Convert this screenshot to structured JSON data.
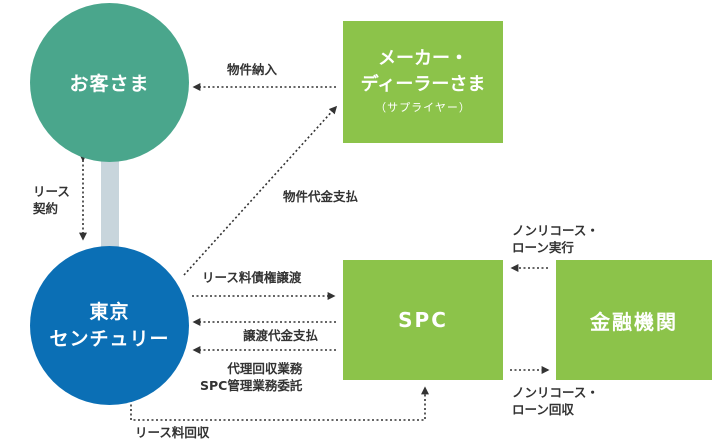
{
  "nodes": {
    "customer": "お客さま",
    "tcl": [
      "東京",
      "センチュリー"
    ],
    "supplier": [
      "メーカー・",
      "ディーラーさま"
    ],
    "supplier_sub": "（サプライヤー）",
    "spc": "SPC",
    "bank": "金融機関"
  },
  "flows": {
    "goods_delivery": "物件納入",
    "lease_contract": [
      "リース",
      "契約"
    ],
    "goods_payment": "物件代金支払",
    "lease_receivable_transfer": "リース料債権譲渡",
    "transfer_payment": "譲渡代金支払",
    "agent_services": [
      "代理回収業務",
      "SPC管理業務委託"
    ],
    "lease_collection": "リース料回収",
    "nonrecourse_loan": [
      "ノンリコース・",
      "ローン実行"
    ],
    "nonrecourse_recovery": [
      "ノンリコース・",
      "ローン回収"
    ]
  },
  "colors": {
    "customer": "#4aa68c",
    "tcl": "#0b6fb5",
    "box": "#8cc34a",
    "connector": "#c8d5dc",
    "arrow": "#333333"
  }
}
